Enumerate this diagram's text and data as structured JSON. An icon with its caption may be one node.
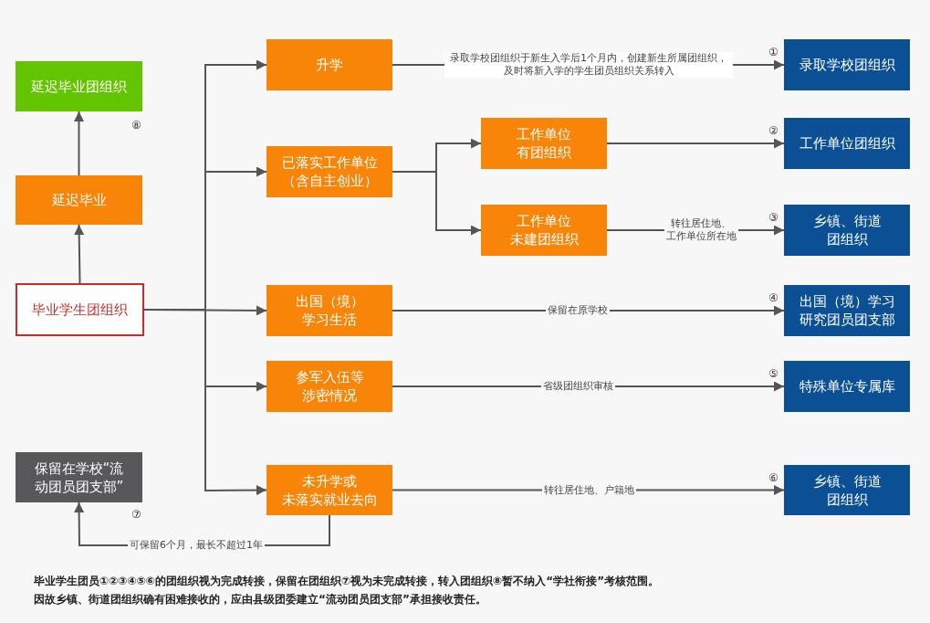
{
  "diagram": {
    "nodes": [
      {
        "text": [
          "毕业学生团组织"
        ]
      },
      {
        "text": [
          "延迟毕业"
        ]
      },
      {
        "text": [
          "延迟毕业团组织"
        ],
        "beside": [
          "⑧"
        ]
      },
      {
        "text": [
          "升学"
        ]
      },
      {
        "text": [
          "已落实工作单位（含自主创业）"
        ]
      },
      {
        "text": [
          "出国（境）学习生活"
        ]
      },
      {
        "text": [
          "参军入伍等涉密情况"
        ]
      },
      {
        "text": [
          "未升学或未落实就业去向"
        ]
      },
      {
        "text": [
          "工作单位有团组织"
        ]
      },
      {
        "text": [
          "工作单位未建团组织"
        ]
      },
      {
        "text": [
          "录取学校团组织"
        ],
        "beside": [
          "①"
        ]
      },
      {
        "text": [
          "工作单位团组织"
        ],
        "beside": [
          "②"
        ]
      },
      {
        "text": [
          "乡镇、街道团组织"
        ],
        "beside": [
          "③"
        ]
      },
      {
        "text": [
          "出国（境）学习研究团员团支部"
        ],
        "beside": [
          "④"
        ]
      },
      {
        "text": [
          "特殊单位专属库"
        ],
        "beside": [
          "⑤"
        ]
      },
      {
        "text": [
          "乡镇、街道团组织"
        ],
        "beside": [
          "⑥"
        ]
      },
      {
        "text": [
          "保留在学校“流动团员团支部”"
        ],
        "beside": [
          "⑦"
        ]
      }
    ],
    "edges": [
      {
        "from": 0,
        "to": 1,
        "arrow": "to"
      },
      {
        "from": 1,
        "to": 2,
        "arrow": "to"
      },
      {
        "from": 0,
        "to": 3,
        "arrow": "to"
      },
      {
        "from": 0,
        "to": 4,
        "arrow": "to"
      },
      {
        "from": 0,
        "to": 5,
        "arrow": "to"
      },
      {
        "from": 0,
        "to": 6,
        "arrow": "to"
      },
      {
        "from": 0,
        "to": 7,
        "arrow": "to"
      },
      {
        "from": 3,
        "to": 10,
        "arrow": "to",
        "label": "录取学校团组织于新生入学后1个月内，创建新生所属团组织，及时将新入学的学生团员组织关系转入"
      },
      {
        "from": 4,
        "to": 8,
        "arrow": "to"
      },
      {
        "from": 4,
        "to": 9,
        "arrow": "to"
      },
      {
        "from": 8,
        "to": 11,
        "arrow": "to"
      },
      {
        "from": 9,
        "to": 12,
        "arrow": "to",
        "label": "转往居住地、工作单位所在地"
      },
      {
        "from": 5,
        "to": 13,
        "arrow": "to",
        "label": "保留在原学校"
      },
      {
        "from": 6,
        "to": 14,
        "arrow": "to",
        "label": "省级团组织审核"
      },
      {
        "from": 7,
        "to": 15,
        "arrow": "to",
        "label": "转往居住地、户籍地"
      },
      {
        "from": 7,
        "to": 16,
        "arrow": "to",
        "label": "可保留6个月，最长不超过1年"
      }
    ],
    "labels": [
      "毕业学生团员①②③④⑤⑥的团组织视为完成转接，保留在团组织⑦视为未完成转接，转入团组织⑧暂不纳入“学社衔接”考核范围。",
      "因故乡镇、街道团组织确有困难接收的，应由县级团委建立“流动团员团支部”承担接收责任。"
    ]
  }
}
